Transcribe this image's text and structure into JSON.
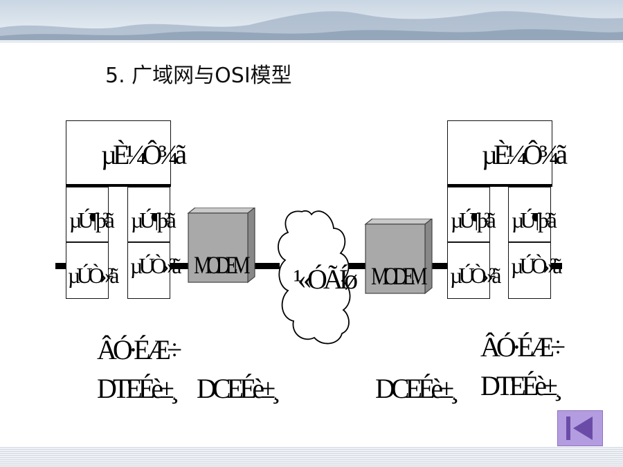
{
  "slide": {
    "title": "5. 广域网与OSI模型"
  },
  "left_station": {
    "top_box": "µÈ¼Ô¾ã",
    "mid_boxes": [
      "µÚ¶þ²ã",
      "µÚ¶þ²ã"
    ],
    "low_boxes": [
      "µÚÒ»²ã",
      "µÚÒ»²ã"
    ],
    "label_line1": "ÂÓ·ÉÆ÷",
    "label_line2": "DTEÉè±¸"
  },
  "left_modem": {
    "label": "MODEM",
    "caption": "DCEÉè±¸"
  },
  "cloud": {
    "label": "¹«ÓÃÍø"
  },
  "right_modem": {
    "label": "MODEM",
    "caption": "DCEÉè±¸"
  },
  "right_station": {
    "top_box": "µÈ¼Ô¾ã",
    "mid_boxes": [
      "µÚ¶þ²ã",
      "µÚ¶þ²ã"
    ],
    "low_boxes": [
      "µÚÒ»²ã",
      "µÚÒ»²ã"
    ],
    "label_line1": "ÂÓ·ÉÆ÷",
    "label_line2": "DTEÉè±¸"
  },
  "nav": {
    "back_button": "back-to-start",
    "icon": "skip-back-icon"
  },
  "colors": {
    "modem": "#a9a9a9",
    "nav_button": "#b49ce0",
    "nav_icon": "#6a4ca8",
    "line": "#000000"
  }
}
